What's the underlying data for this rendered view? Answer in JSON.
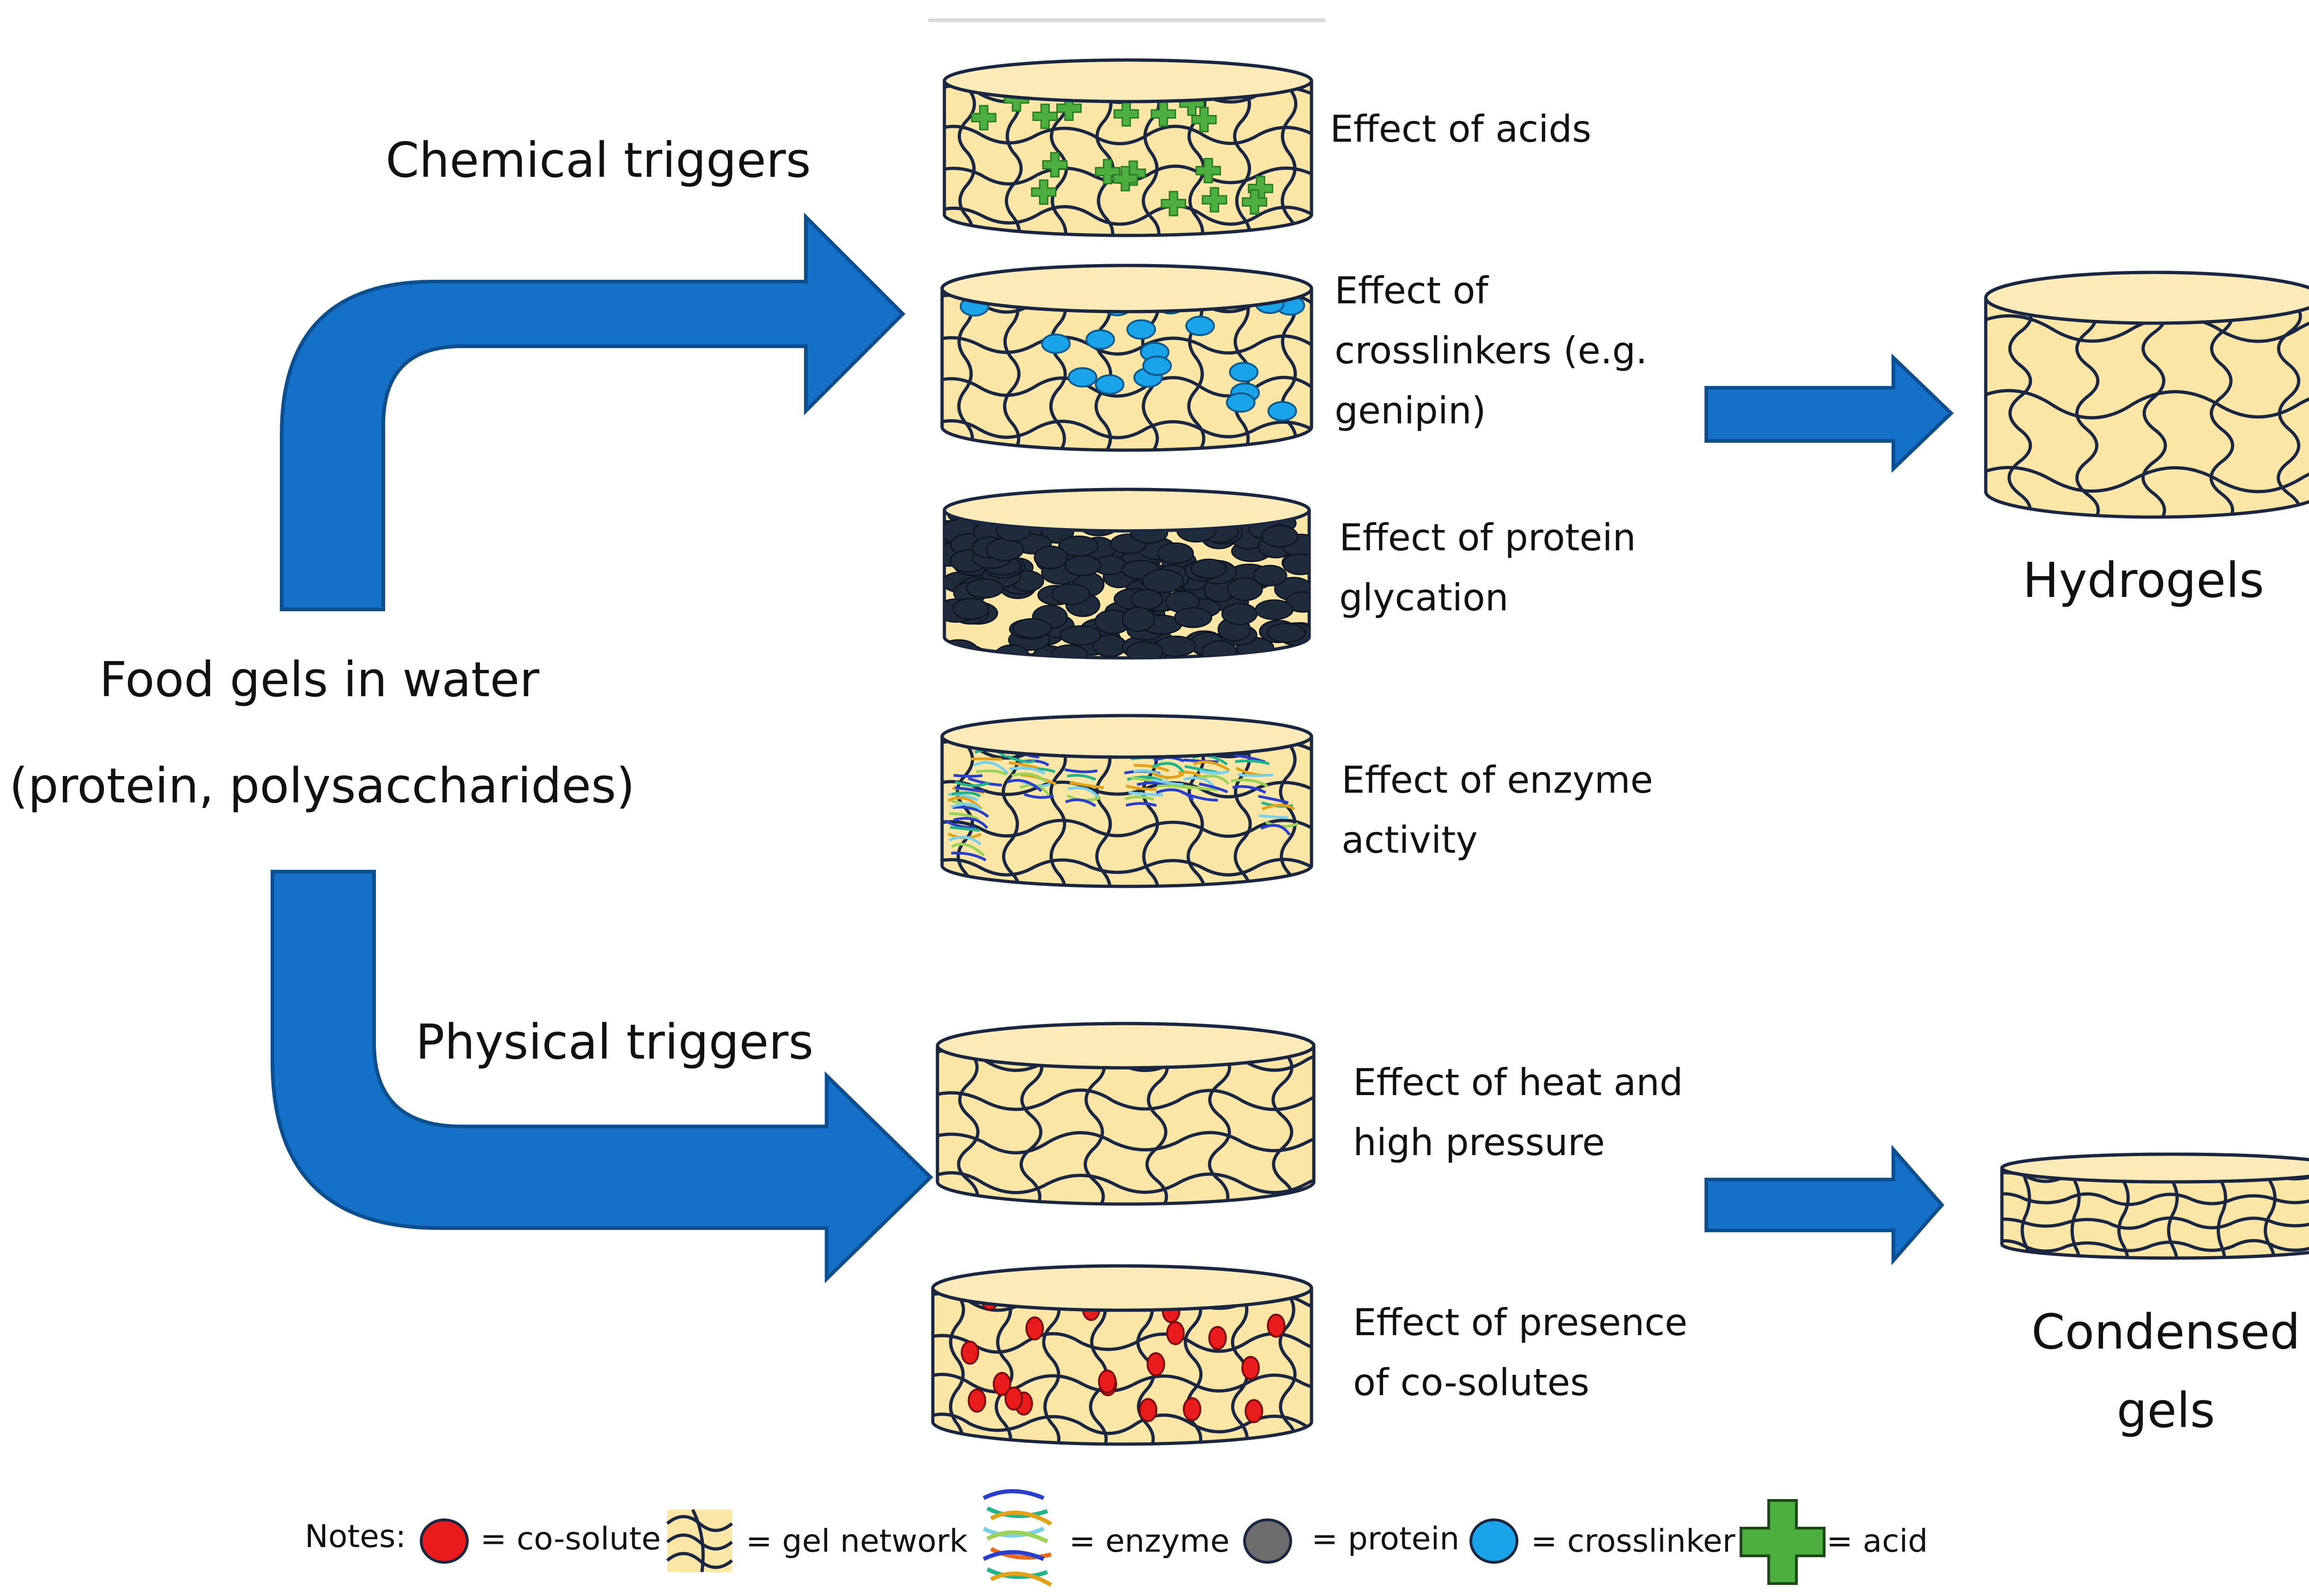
{
  "colors": {
    "arrow_blue": "#1570c8",
    "arrow_dark": "#0d4f8e",
    "gel_fill": "#fbe6a6",
    "gel_top": "#fcebb8",
    "gel_stroke": "#1b2740",
    "acid_green": "#4caf3f",
    "crosslinker_blue": "#1aa3e8",
    "protein_dark": "#1f2a3a",
    "cosolute_red": "#e81c1c"
  },
  "source": {
    "line1": "Food gels in water",
    "line2": "(protein, polysaccharides)"
  },
  "triggers": {
    "chemical": "Chemical triggers",
    "physical": "Physical triggers"
  },
  "effects": {
    "acids": [
      "Effect of acids"
    ],
    "crosslinkers": [
      "Effect of",
      "crosslinkers (e.g.",
      "genipin)"
    ],
    "glycation": [
      "Effect of protein",
      "glycation"
    ],
    "enzyme": [
      "Effect of enzyme",
      "activity"
    ],
    "heat": [
      "Effect of heat and",
      "high pressure"
    ],
    "cosolutes": [
      "Effect of presence",
      "of co-solutes"
    ]
  },
  "outcomes": {
    "hydrogels": "Hydrogels",
    "condensed_line1": "Condensed",
    "condensed_line2": "gels"
  },
  "notes": {
    "prefix": "Notes:",
    "cosolute": "= co-solute",
    "gel_network": "= gel network",
    "enzyme": "= enzyme",
    "protein": "= protein",
    "crosslinker": "= crosslinker",
    "acid": "= acid"
  }
}
